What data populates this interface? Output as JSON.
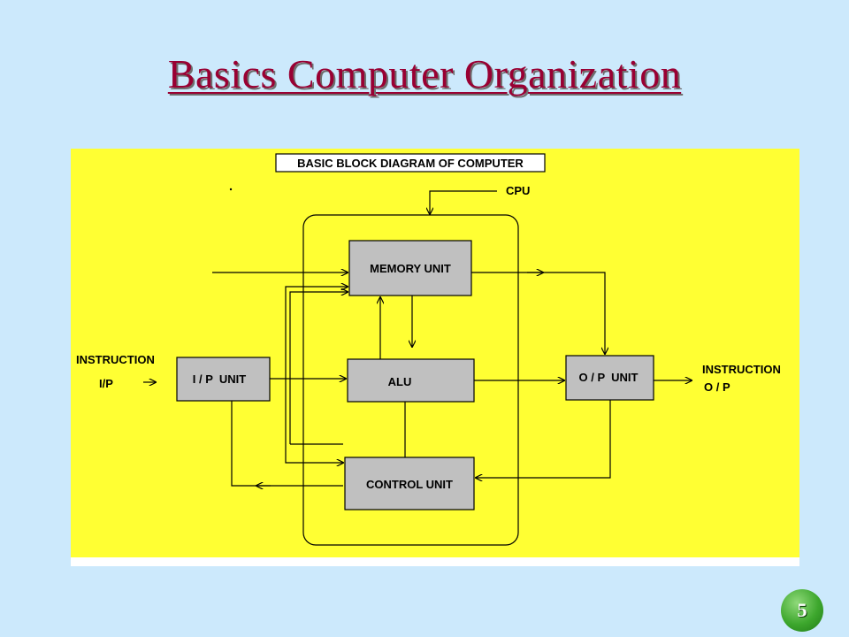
{
  "slide": {
    "title": "Basics Computer Organization",
    "page_number": "5"
  },
  "diagram": {
    "heading": "BASIC BLOCK DIAGRAM OF COMPUTER",
    "cpu_label": "CPU",
    "blocks": {
      "memory": "MEMORY UNIT",
      "alu": "ALU",
      "control": "CONTROL UNIT",
      "input": "I / P  UNIT",
      "output": "O / P  UNIT"
    },
    "input_side": {
      "line1": "INSTRUCTION",
      "line2": "I/P"
    },
    "output_side": {
      "line1": "INSTRUCTION",
      "line2": "O / P"
    },
    "colors": {
      "background": "#ffff33",
      "block_fill": "#c0c0c0",
      "title": "#990033",
      "slide_background": "#cce9fc"
    }
  }
}
